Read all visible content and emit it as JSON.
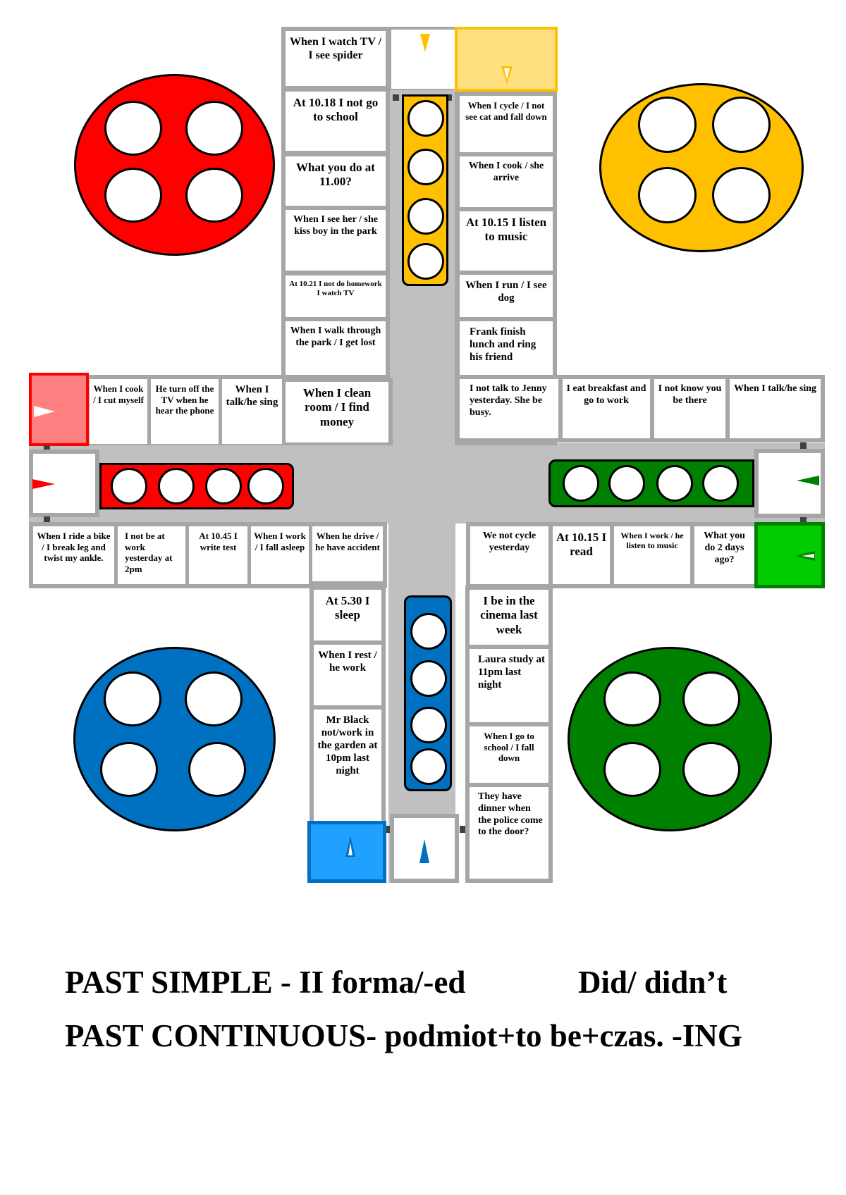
{
  "board": {
    "colors": {
      "red": "#ff0000",
      "red_start": "#ff8080",
      "yellow": "#ffc000",
      "yellow_start": "#ffe080",
      "green": "#008000",
      "green_start": "#00cc00",
      "blue": "#0070c0",
      "blue_start": "#20a0ff",
      "track_grey": "#c0c0c0",
      "cell_border": "#a6a6a6"
    },
    "top_left_column": [
      "When    I watch TV / I see spider",
      "At 10.18  I not go to school",
      "What you do at 11.00?",
      "When    I see her / she kiss boy in the park",
      "At 10.21  I not do homework I watch TV",
      "When I walk through the park / I get lost",
      "When I clean room / I find money"
    ],
    "top_right_column": [
      "When  I cycle / I not see cat and fall down",
      "When  I cook / she arrive",
      "At 10.15  I listen to music",
      "When  I run / I see dog",
      "Frank finish lunch and ring his friend"
    ],
    "left_arm_top_row": [
      "When I cook / I cut myself",
      "He turn off the TV when he hear the phone",
      "When I talk/he sing"
    ],
    "left_arm_bottom_row": [
      "When I ride a bike / I break leg and twist my ankle.",
      "I not be at work yesterday at 2pm",
      "At 10.45 I write test",
      "When I work / I fall asleep",
      "When he drive / he have accident"
    ],
    "right_arm_top_row": [
      "I not talk to Jenny yesterday. She be busy.",
      "I eat breakfast and go to work",
      "I not know you be there",
      "When I talk/he sing"
    ],
    "right_arm_bottom_row": [
      "We not cycle yesterday",
      "At 10.15  I read",
      "When    I work / he listen to music",
      "What you do 2 days ago?"
    ],
    "bottom_left_column": [
      "At 5.30 I sleep",
      "When    I rest / he work",
      "Mr Black not/work in the garden at 10pm last night"
    ],
    "bottom_right_column": [
      "I be in the cinema last week",
      "Laura study at 11pm last night",
      "When    I go to school / I fall down",
      "They have dinner when the police come to the door?"
    ],
    "homes": [
      {
        "color": "red",
        "holes": 4
      },
      {
        "color": "yellow",
        "holes": 4
      },
      {
        "color": "blue",
        "holes": 4
      },
      {
        "color": "green",
        "holes": 4
      }
    ],
    "finish_lanes": [
      {
        "color": "yellow",
        "holes": 4
      },
      {
        "color": "red",
        "holes": 4
      },
      {
        "color": "green",
        "holes": 4
      },
      {
        "color": "blue",
        "holes": 4
      }
    ],
    "icons": {
      "start_marker": "triangle-arrow-icon"
    }
  },
  "rules": {
    "past_simple": "PAST SIMPLE - II forma/-ed",
    "past_simple_aux": "Did/ didn’t",
    "past_continuous": "PAST CONTINUOUS- podmiot+to be+czas. -ING"
  }
}
